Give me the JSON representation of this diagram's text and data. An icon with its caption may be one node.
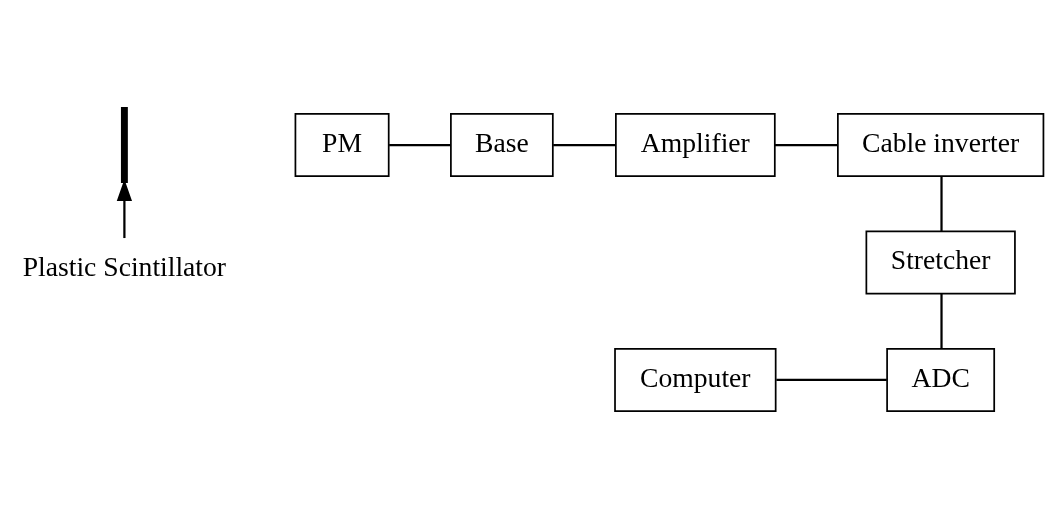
{
  "diagram": {
    "nodes": [
      {
        "text": [],
        "shape": "bar"
      },
      {
        "text": [
          "PM"
        ]
      },
      {
        "text": [
          "Base"
        ]
      },
      {
        "text": [
          "Amplifier"
        ]
      },
      {
        "text": [
          "Cable inverter"
        ]
      },
      {
        "text": [
          "Plastic Scintillator"
        ]
      },
      {
        "text": [
          "Stretcher"
        ]
      },
      {
        "text": [
          "Computer"
        ]
      },
      {
        "text": [
          "ADC"
        ]
      }
    ],
    "edges": [
      {
        "from": 1,
        "to": 2,
        "arrow": "none"
      },
      {
        "from": 2,
        "to": 3,
        "arrow": "none"
      },
      {
        "from": 3,
        "to": 4,
        "arrow": "none"
      },
      {
        "from": 4,
        "to": 6,
        "arrow": "none"
      },
      {
        "from": 6,
        "to": 8,
        "arrow": "none"
      },
      {
        "from": 7,
        "to": 8,
        "arrow": "none"
      },
      {
        "from": 5,
        "to": 0,
        "arrow": "to"
      }
    ]
  }
}
